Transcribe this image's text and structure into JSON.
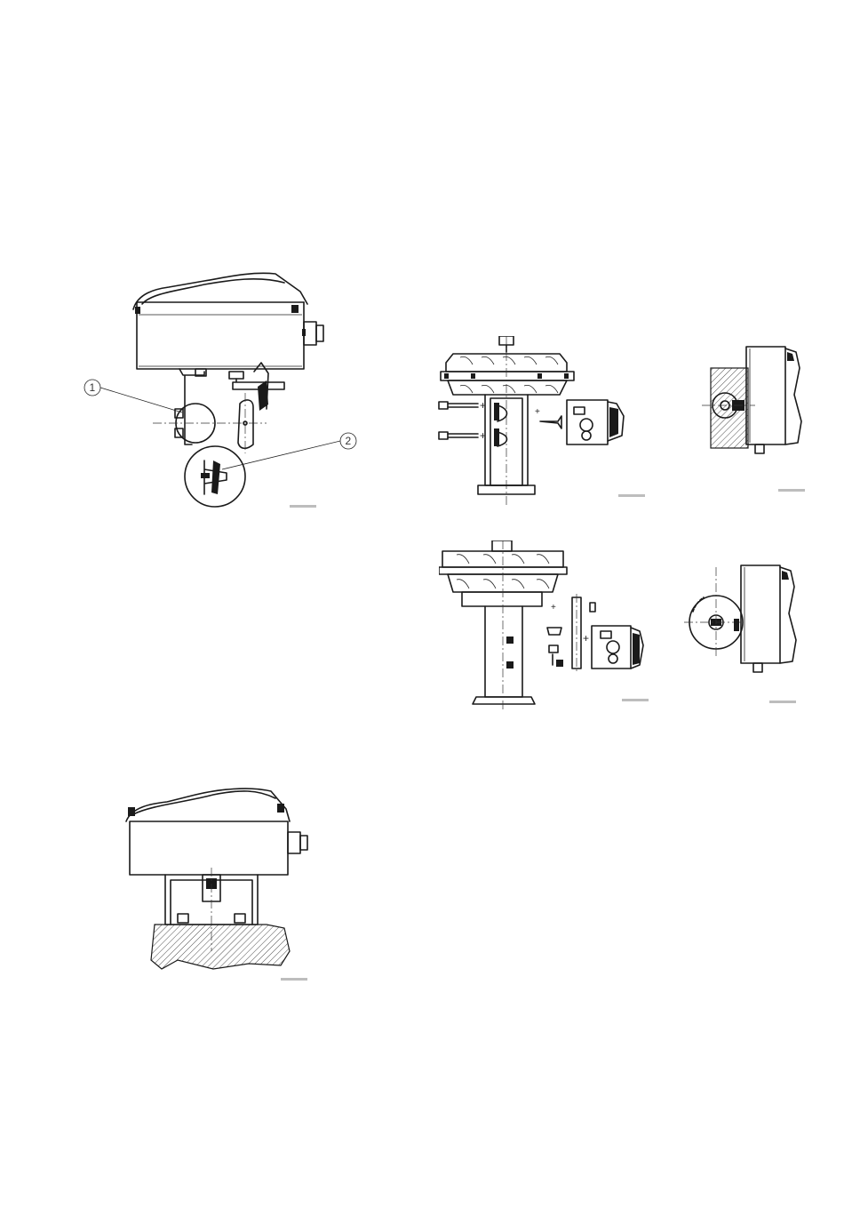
{
  "callouts": {
    "one": "1",
    "two": "2"
  },
  "figures": {
    "pipe_mount": "pipe-mounting-bracket",
    "yoke_mount_linear": "linear-actuator-yoke-mount",
    "side_view_linear": "linear-mount-side-view",
    "rotary_mount": "rotary-actuator-mount",
    "side_view_rotary": "rotary-mount-side-view",
    "surface_mount": "surface-mount-bracket"
  }
}
